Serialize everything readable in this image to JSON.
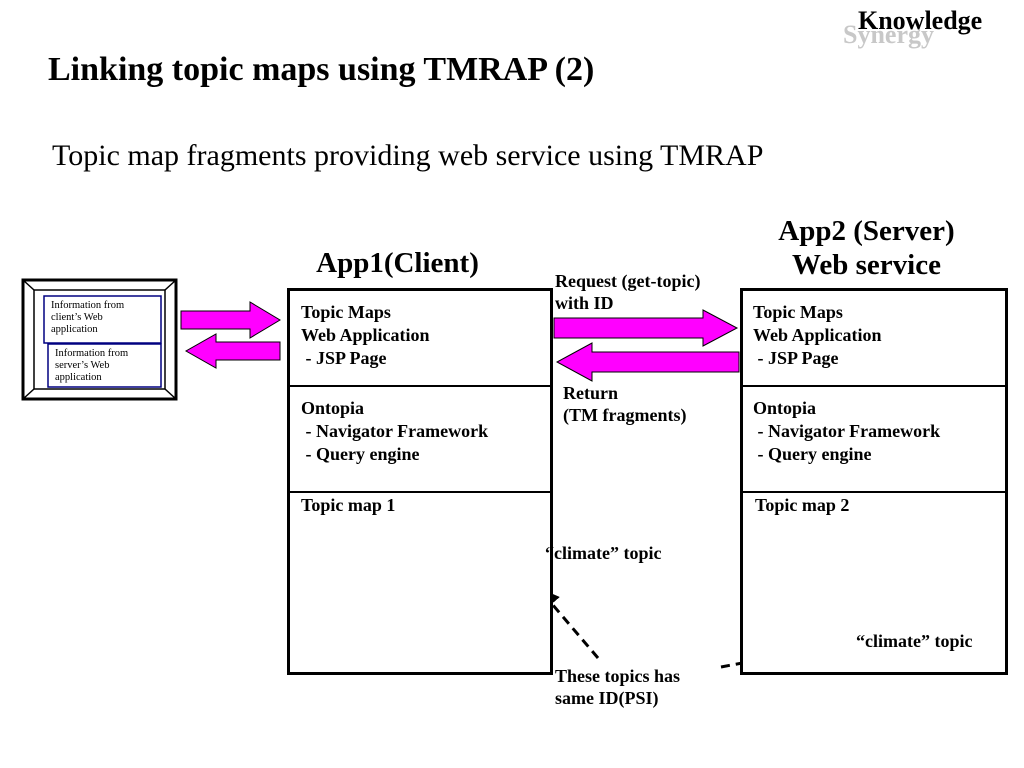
{
  "logo": {
    "line1": "Knowledge",
    "line2": "Synergy"
  },
  "slide": {
    "title": "Linking topic maps using TMRAP (2)",
    "subtitle": "Topic map fragments providing web service using TMRAP"
  },
  "client_window": {
    "box1": "Information from\nclient’s Web\napplication",
    "box2": "Information from\nserver’s Web\napplication"
  },
  "app1": {
    "title": "App1(Client)",
    "layer1": "Topic Maps\nWeb Application\n - JSP Page",
    "layer2": "Ontopia\n - Navigator Framework\n - Query engine",
    "layer3": "Topic map 1"
  },
  "app2": {
    "title": "App2 (Server)\nWeb service",
    "layer1": "Topic Maps\nWeb Application\n - JSP Page",
    "layer2": "Ontopia\n - Navigator Framework\n - Query engine",
    "layer3": "Topic map 2"
  },
  "middle": {
    "request": "Request (get-topic)\nwith ID",
    "return": "Return\n(TM fragments)",
    "same_id": "These topics has\nsame ID(PSI)"
  },
  "topics": {
    "climate_left": "“climate” topic",
    "climate_right": "“climate” topic"
  },
  "colors": {
    "arrow_fill": "#ff00ff",
    "highlight_node": "#33ccee",
    "window_border": "#000000",
    "inner_box_border": "#000080"
  }
}
